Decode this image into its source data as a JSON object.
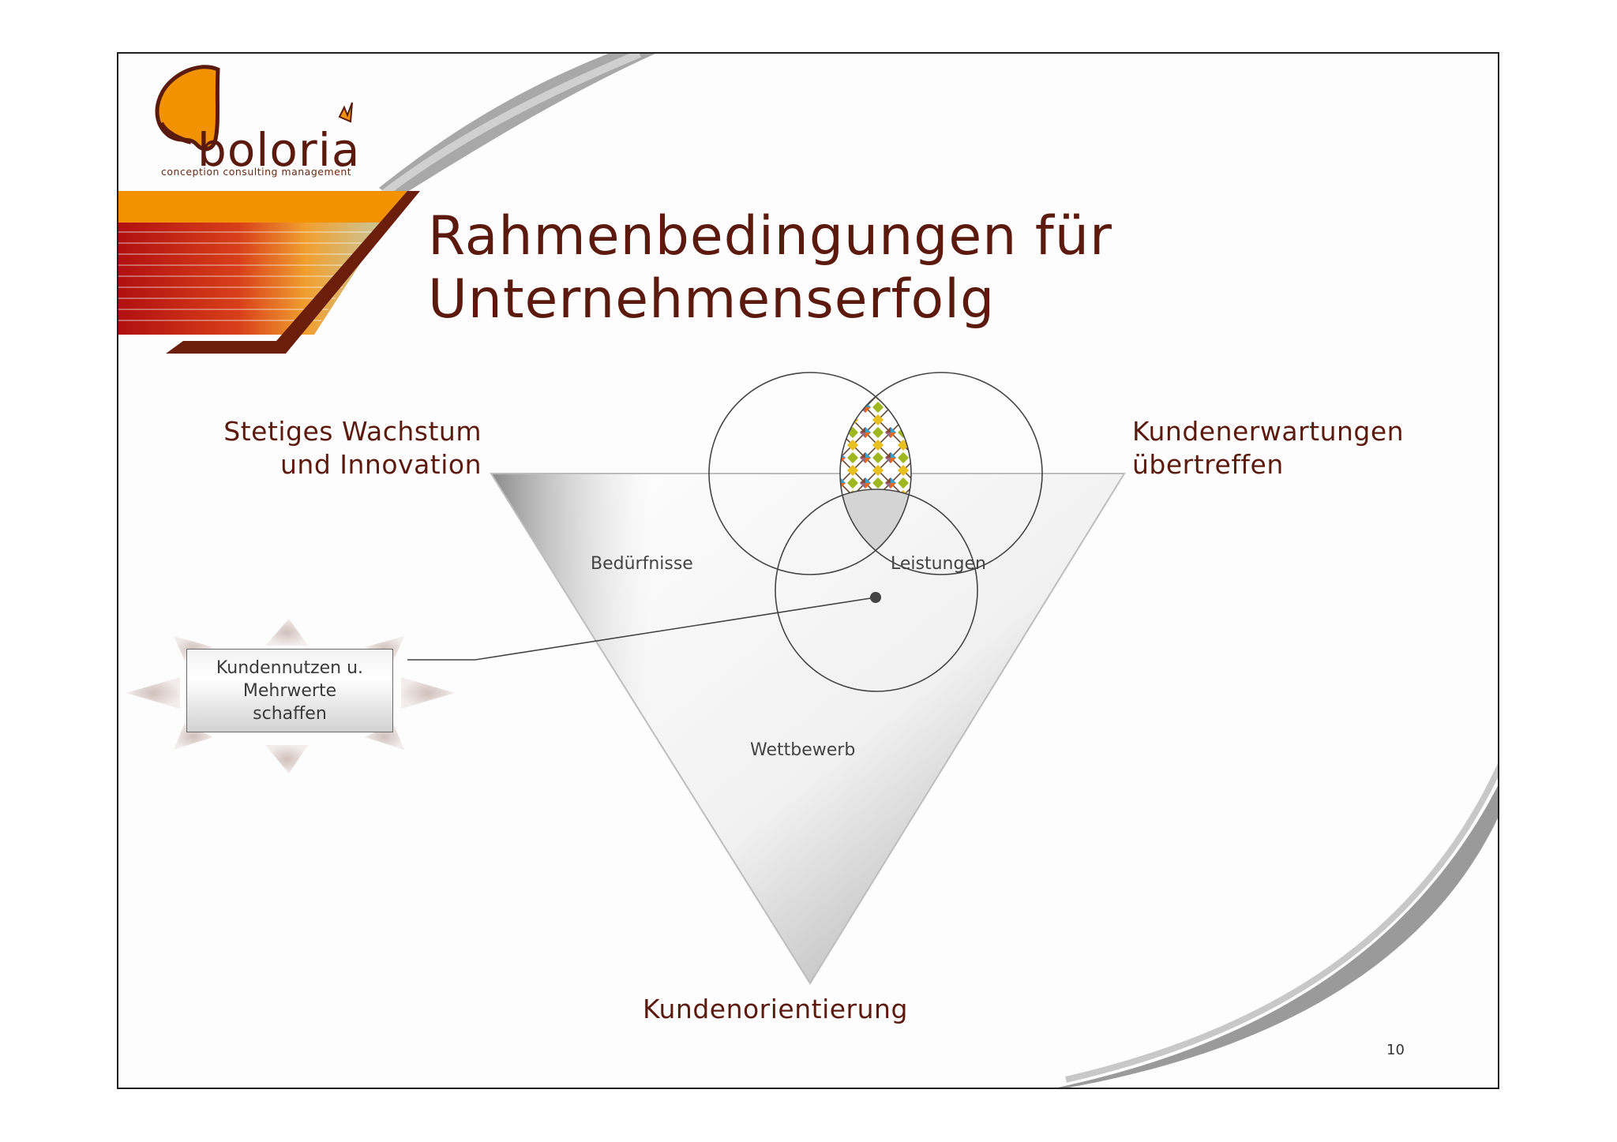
{
  "logo": {
    "wordmark": "boloria",
    "tagline": "conception consulting management"
  },
  "title": {
    "line1": "Rahmenbedingungen für",
    "line2": "Unternehmenserfolg"
  },
  "corners": {
    "top_left_line1": "Stetiges Wachstum",
    "top_left_line2": "und Innovation",
    "top_right_line1": "Kundenerwartungen",
    "top_right_line2": "übertreffen",
    "bottom": "Kundenorientierung"
  },
  "circles": {
    "needs": "Bedürfnisse",
    "services": "Leistungen",
    "competition": "Wettbewerb"
  },
  "benefit_box": {
    "line1": "Kundennutzen u.",
    "line2": "Mehrwerte",
    "line3": "schaffen"
  },
  "page_number": "10",
  "colors": {
    "title": "#5b1a0d",
    "accent_orange": "#f39200",
    "accent_brown": "#6b1e0c"
  }
}
